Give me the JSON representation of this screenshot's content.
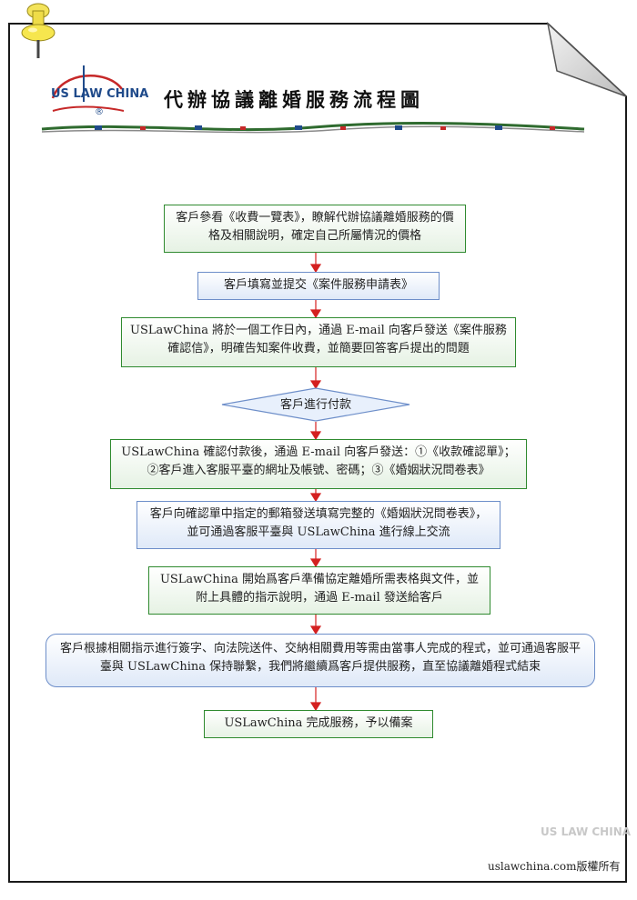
{
  "header": {
    "logo_text": "US LAW CHINA",
    "logo_mark": "®",
    "title": "代辦協議離婚服務流程圖"
  },
  "flow": {
    "step1": "客戶參看《收費一覽表》，瞭解代辦協議離婚服務的價格及相關說明，確定自己所屬情況的價格",
    "step2": "客戶填寫並提交《案件服務申請表》",
    "step3": "USLawChina 將於一個工作日內，通過 E-mail 向客戶發送《案件服務確認信》，明確告知案件收費，並簡要回答客戶提出的問題",
    "decision": "客戶進行付款",
    "step4": "USLawChina 確認付款後，通過 E-mail 向客戶發送：①《收款確認單》；②客戶進入客服平臺的網址及帳號、密碼；③《婚姻狀況問卷表》",
    "step5": "客戶向確認單中指定的郵箱發送填寫完整的《婚姻狀況問卷表》，並可通過客服平臺與 USLawChina 進行線上交流",
    "step6": "USLawChina 開始爲客戶準備協定離婚所需表格與文件，並附上具體的指示說明，通過 E-mail 發送給客戶",
    "step7": "客戶根據相關指示進行簽字、向法院送件、交納相關費用等需由當事人完成的程式，並可通過客服平臺與 USLawChina 保持聯繫，我們將繼續爲客戶提供服務，直至協議離婚程式結束",
    "step8": "USLawChina 完成服務，予以備案"
  },
  "footer": {
    "watermark": "US LAW CHINA",
    "copyright": "uslawchina.com版權所有"
  },
  "colors": {
    "green_border": "#2f8a2f",
    "blue_border": "#6d8ec9",
    "arrow": "#d42020",
    "logo_blue": "#1f4a8a",
    "logo_red": "#c62828"
  },
  "icons": {
    "pin": "pushpin-icon",
    "logo": "uslawchina-logo"
  }
}
